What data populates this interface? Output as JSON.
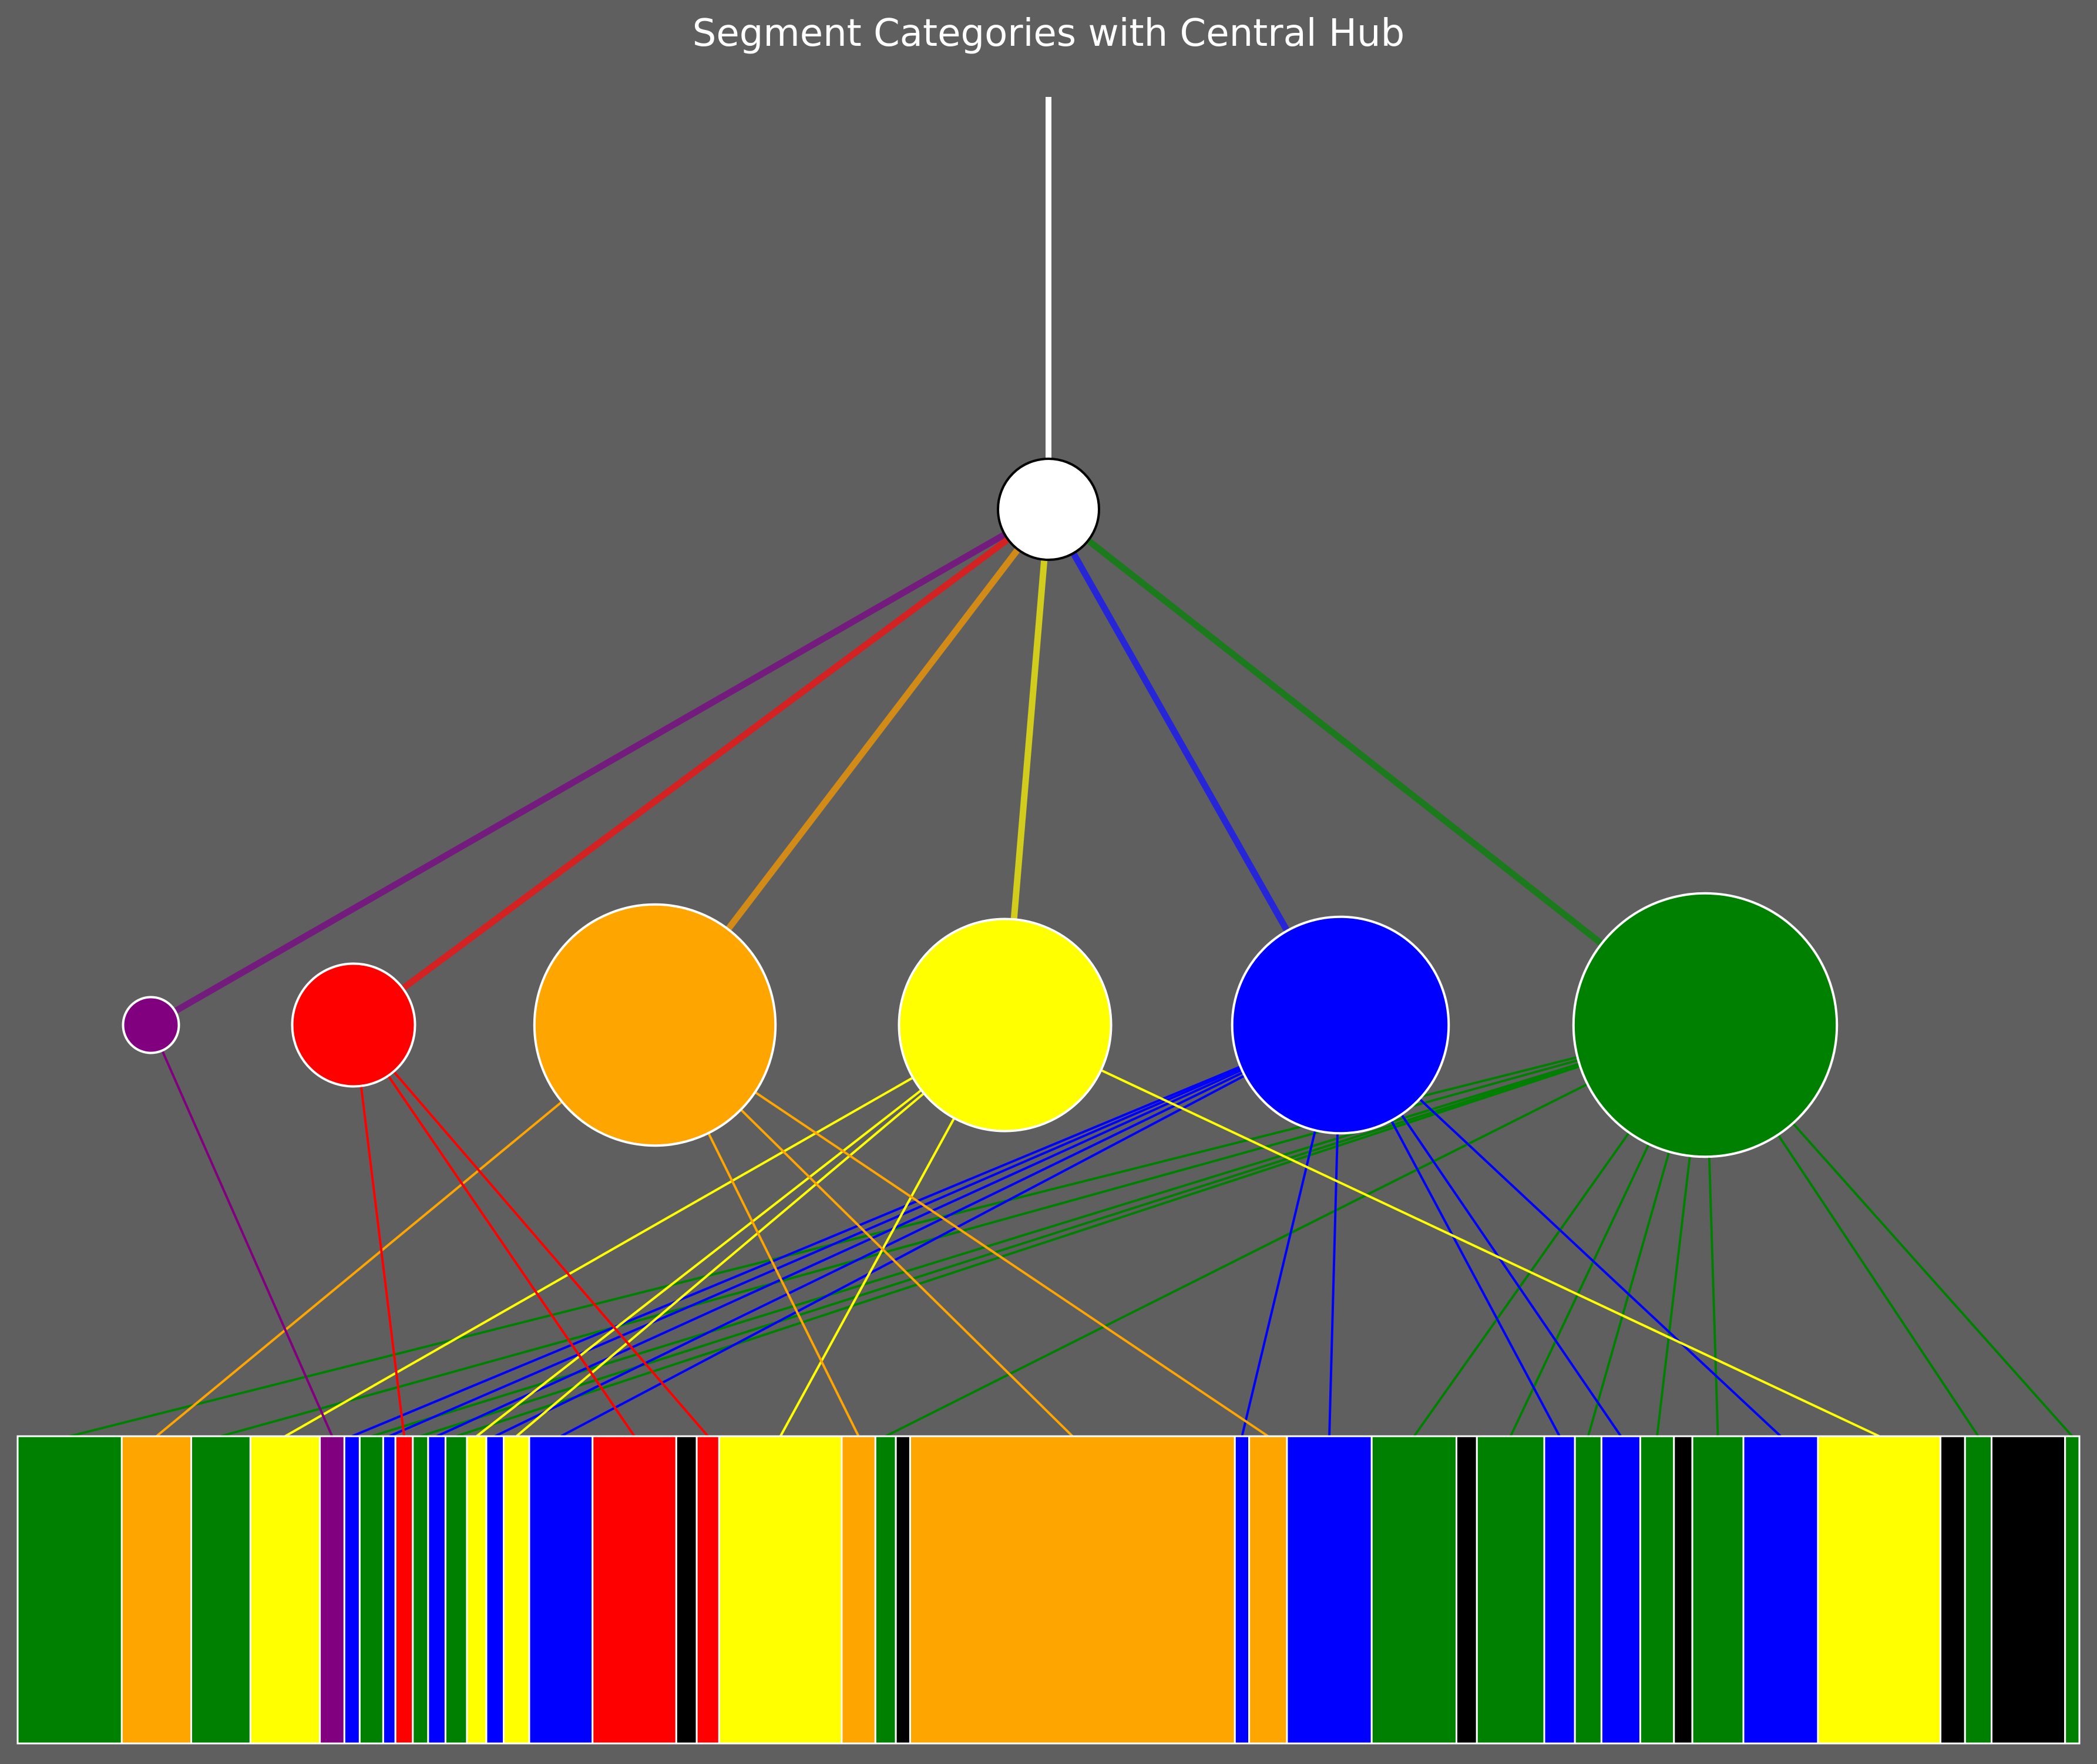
{
  "title": "Segment Categories with Central Hub",
  "colors": {
    "background": "#5f5f5f",
    "outline": "#ffffff",
    "hub_fill": "#ffffff",
    "hub_stroke": "#000000",
    "stem": "#ffffff",
    "purple": "#800080",
    "red": "#ff0000",
    "orange": "#ffa500",
    "yellow": "#ffff00",
    "blue": "#0000ff",
    "green": "#008000",
    "black": "#000000"
  },
  "hub_edge_colors": {
    "purple": "#741c7e",
    "red": "#d42121",
    "orange": "#d28b16",
    "yellow": "#d2cc1c",
    "blue": "#2626d8",
    "green": "#1b7a1b"
  },
  "categories": [
    {
      "key": "purple",
      "relative_size": 0.25
    },
    {
      "key": "red",
      "relative_size": 0.55
    },
    {
      "key": "orange",
      "relative_size": 1.08
    },
    {
      "key": "yellow",
      "relative_size": 0.95
    },
    {
      "key": "blue",
      "relative_size": 0.97
    },
    {
      "key": "green",
      "relative_size": 1.18
    }
  ],
  "segments": [
    {
      "color": "green",
      "share": 5.1,
      "linked": true
    },
    {
      "color": "orange",
      "share": 3.4,
      "linked": true
    },
    {
      "color": "green",
      "share": 2.9,
      "linked": true
    },
    {
      "color": "yellow",
      "share": 3.4,
      "linked": true
    },
    {
      "color": "purple",
      "share": 1.2,
      "linked": true
    },
    {
      "color": "blue",
      "share": 0.75,
      "linked": true
    },
    {
      "color": "green",
      "share": 1.15,
      "linked": true
    },
    {
      "color": "blue",
      "share": 0.6,
      "linked": true
    },
    {
      "color": "red",
      "share": 0.85,
      "linked": true
    },
    {
      "color": "green",
      "share": 0.75,
      "linked": true
    },
    {
      "color": "blue",
      "share": 0.85,
      "linked": true
    },
    {
      "color": "green",
      "share": 1.05,
      "linked": true
    },
    {
      "color": "yellow",
      "share": 0.95,
      "linked": true
    },
    {
      "color": "blue",
      "share": 0.85,
      "linked": true
    },
    {
      "color": "yellow",
      "share": 1.25,
      "linked": true
    },
    {
      "color": "blue",
      "share": 3.1,
      "linked": true
    },
    {
      "color": "red",
      "share": 4.1,
      "linked": true
    },
    {
      "color": "black",
      "share": 1.0,
      "linked": false
    },
    {
      "color": "red",
      "share": 1.1,
      "linked": true
    },
    {
      "color": "yellow",
      "share": 6.0,
      "linked": true
    },
    {
      "color": "orange",
      "share": 1.65,
      "linked": true
    },
    {
      "color": "green",
      "share": 1.0,
      "linked": true
    },
    {
      "color": "black",
      "share": 0.7,
      "linked": false
    },
    {
      "color": "orange",
      "share": 15.9,
      "linked": true
    },
    {
      "color": "blue",
      "share": 0.7,
      "linked": true
    },
    {
      "color": "orange",
      "share": 1.85,
      "linked": true
    },
    {
      "color": "blue",
      "share": 4.15,
      "linked": true
    },
    {
      "color": "green",
      "share": 4.15,
      "linked": true
    },
    {
      "color": "black",
      "share": 1.0,
      "linked": false
    },
    {
      "color": "green",
      "share": 3.3,
      "linked": true
    },
    {
      "color": "blue",
      "share": 1.5,
      "linked": true
    },
    {
      "color": "green",
      "share": 1.3,
      "linked": true
    },
    {
      "color": "blue",
      "share": 1.9,
      "linked": true
    },
    {
      "color": "green",
      "share": 1.65,
      "linked": true
    },
    {
      "color": "black",
      "share": 0.9,
      "linked": false
    },
    {
      "color": "green",
      "share": 2.5,
      "linked": true
    },
    {
      "color": "blue",
      "share": 3.65,
      "linked": true
    },
    {
      "color": "yellow",
      "share": 6.0,
      "linked": true
    },
    {
      "color": "black",
      "share": 1.2,
      "linked": false
    },
    {
      "color": "green",
      "share": 1.3,
      "linked": true
    },
    {
      "color": "black",
      "share": 3.6,
      "linked": false
    },
    {
      "color": "green",
      "share": 0.7,
      "linked": true
    }
  ]
}
